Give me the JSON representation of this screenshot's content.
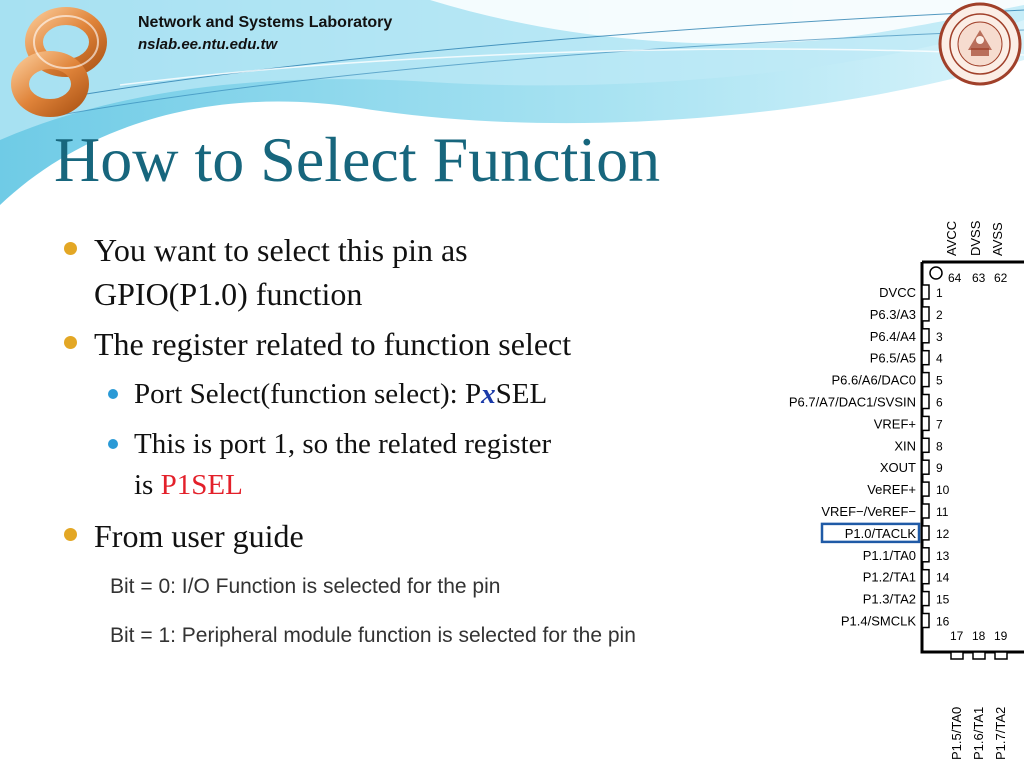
{
  "header": {
    "lab_name": "Network and Systems Laboratory",
    "lab_url": "nslab.ee.ntu.edu.tw"
  },
  "slide": {
    "title": "How to Select Function",
    "bullets": [
      {
        "text": "You want to select this pin as",
        "text2": "GPIO(P1.0) function"
      },
      {
        "text": "The register related to function select"
      }
    ],
    "sub_bullets": [
      {
        "prefix": "Port Select(function select): P",
        "var": "x",
        "suffix": "SEL"
      },
      {
        "line1": "This is port 1, so the related register",
        "line2_prefix": "is ",
        "line2_highlight": "P1SEL"
      }
    ],
    "bullet3": "From user guide",
    "guide_lines": [
      "Bit = 0: I/O Function is selected for the pin",
      "Bit = 1: Peripheral module function is selected for the pin"
    ]
  },
  "diagram": {
    "top_labels": [
      "AVCC",
      "DVSS",
      "AVSS"
    ],
    "top_numbers": [
      "64",
      "63",
      "62"
    ],
    "pins": [
      {
        "num": "1",
        "label": "DVCC"
      },
      {
        "num": "2",
        "label": "P6.3/A3"
      },
      {
        "num": "3",
        "label": "P6.4/A4"
      },
      {
        "num": "4",
        "label": "P6.5/A5"
      },
      {
        "num": "5",
        "label": "P6.6/A6/DAC0"
      },
      {
        "num": "6",
        "label": "P6.7/A7/DAC1/SVSIN"
      },
      {
        "num": "7",
        "label": "VREF+"
      },
      {
        "num": "8",
        "label": "XIN"
      },
      {
        "num": "9",
        "label": "XOUT"
      },
      {
        "num": "10",
        "label": "VeREF+"
      },
      {
        "num": "11",
        "label": "VREF−/VeREF−"
      },
      {
        "num": "12",
        "label": "P1.0/TACLK"
      },
      {
        "num": "13",
        "label": "P1.1/TA0"
      },
      {
        "num": "14",
        "label": "P1.2/TA1"
      },
      {
        "num": "15",
        "label": "P1.3/TA2"
      },
      {
        "num": "16",
        "label": "P1.4/SMCLK"
      }
    ],
    "highlighted_pin": "12",
    "bottom_numbers": [
      "17",
      "18",
      "19"
    ],
    "bottom_labels": [
      "P1.5/TA0",
      "P1.6/TA1",
      "P1.7/TA2"
    ],
    "colors": {
      "highlight": "#1f5aa6"
    }
  },
  "colors": {
    "title": "#17667d",
    "bullet": "#e3a725",
    "sub_bullet": "#2a9ad6",
    "highlight": "#e3202a"
  }
}
